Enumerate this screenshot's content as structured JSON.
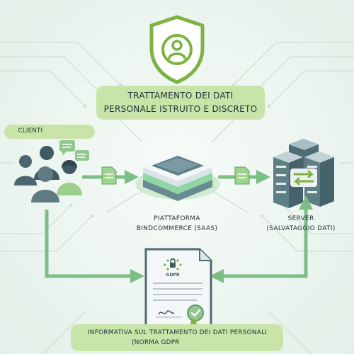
{
  "title": {
    "line1": "TRATTAMENTO DEI DATI",
    "line2": "PERSONALE ISTRUITO E DISCRETO"
  },
  "nodes": {
    "clients": "CLIENTI",
    "platform_line1": "PIATTAFORMA",
    "platform_line2": "BINDCOMMERCE (SAAS)",
    "server_line1": "SERVER",
    "server_line2": "(SALVATAGGIO DATI)",
    "gdpr_line1": "INFORMATIVA SUL TRATTAMENTO DEI DATI PERSONALI",
    "gdpr_line2": "(NORMA GDPR"
  },
  "document": {
    "badge_text": "GDPR"
  },
  "colors": {
    "accent_green": "#7cb342",
    "pill_green": "#c9e4a8",
    "arrow_green": "#7dbd86",
    "dark_teal": "#3f5a63",
    "server_teal": "#5f7f87"
  }
}
